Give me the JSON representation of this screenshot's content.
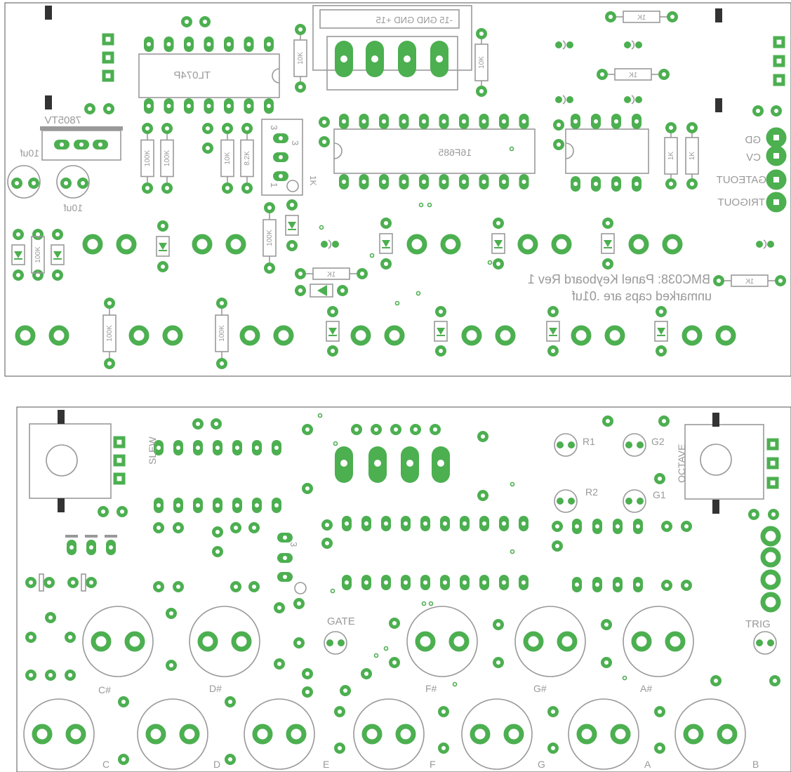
{
  "top_board": {
    "ic_labels": [
      "TL074P",
      "16F685"
    ],
    "regulator_label": "7805TV",
    "cap_labels": [
      "10uf",
      "10uf"
    ],
    "resistor_labels_vertical": [
      "100K",
      "100K",
      "10K",
      "8.2K",
      "100K",
      "10K",
      "10K",
      "100K",
      "100K",
      "1K",
      "1K"
    ],
    "resistor_labels_horizontal": [
      "1K",
      "1K",
      "1K",
      "1K"
    ],
    "pot_label": "1K",
    "header_label": "-15 GND GND +15",
    "header_pin_labels": [
      "3",
      "3",
      "1"
    ],
    "connector_labels": [
      "GD",
      "CV",
      "GATEOUT",
      "TRIGOUT"
    ],
    "title": "BMC038: Panel Keyboard Rev 1",
    "note": "unmarked caps are .01uf"
  },
  "bottom_board": {
    "switch_labels": [
      "SLEW",
      "OCTAVE"
    ],
    "led_labels": [
      "R1",
      "G2",
      "R2",
      "G1",
      "GATE",
      "TRIG"
    ],
    "sharp_keys": [
      "C#",
      "D#",
      "F#",
      "G#",
      "A#"
    ],
    "natural_keys": [
      "C",
      "D",
      "E",
      "F",
      "G",
      "A",
      "B"
    ],
    "pin_label": "3"
  }
}
